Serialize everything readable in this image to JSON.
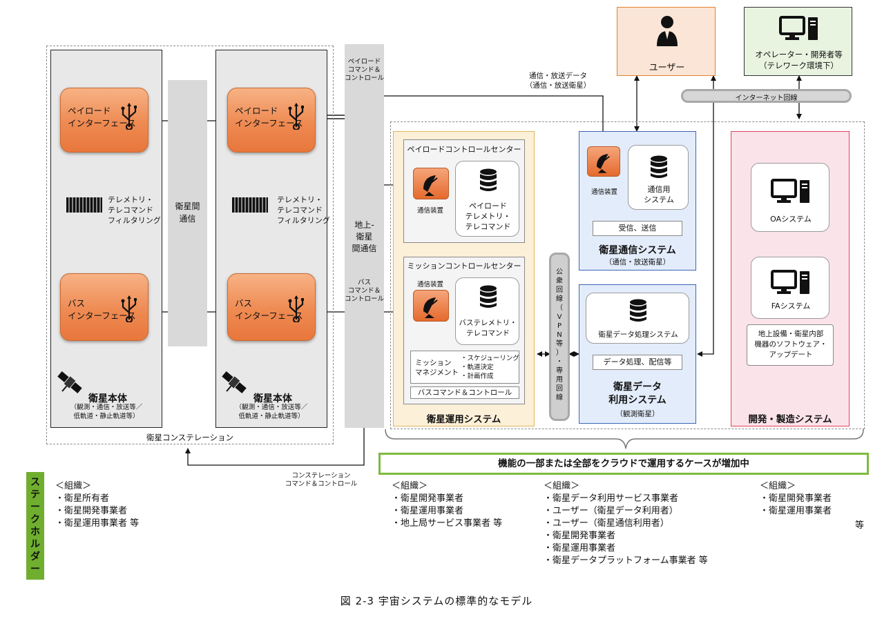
{
  "satellite": {
    "payload_if_l1": "ペイロード",
    "payload_if_l2": "インターフェース",
    "bus_if_l1": "バス",
    "bus_if_l2": "インターフェース",
    "filter_l1": "テレメトリ・",
    "filter_l2": "テレコマンド",
    "filter_l3": "フィルタリング",
    "body_title": "衛星本体",
    "body_sub1": "（観測・通信・放送等／",
    "body_sub2": "低軌道・静止軌道等）",
    "isl_l1": "衛星間",
    "isl_l2": "通信",
    "constellation": "衛星コンステレーション"
  },
  "labels": {
    "payload_cmd_l1": "ペイロード",
    "payload_cmd_l2": "コマンド＆",
    "payload_cmd_l3": "コントロール",
    "ground_l1": "地上-",
    "ground_l2": "衛星",
    "ground_l3": "間通信",
    "bus_cmd_l1": "バス",
    "bus_cmd_l2": "コマンド＆",
    "bus_cmd_l3": "コントロール",
    "broadcast_l1": "通信・放送データ",
    "broadcast_l2": "（通信・放送衛星）",
    "const_cmd_l1": "コンステレーション",
    "const_cmd_l2": "コマンド＆コントロール",
    "internet": "インターネット回線",
    "public_line": [
      "公",
      "衆",
      "回",
      "線",
      "（",
      "V",
      "P",
      "N",
      "等",
      "）",
      "・",
      "専",
      "用",
      "回",
      "線"
    ]
  },
  "ops": {
    "payload_center": "ペイロードコントロールセンター",
    "comm_device": "通信装置",
    "payload_tt_l1": "ペイロード",
    "payload_tt_l2": "テレメトリ・",
    "payload_tt_l3": "テレコマンド",
    "mission_center": "ミッションコントロールセンター",
    "bus_tt_l1": "バステレメトリ・",
    "bus_tt_l2": "テレコマンド",
    "mission_mgmt_l1": "ミッション",
    "mission_mgmt_l2": "マネジメント",
    "mission_items": [
      "・スケジューリング",
      "・軌道決定",
      "・計画作成"
    ],
    "bus_cc": "バスコマンド＆コントロール",
    "title": "衛星運用システム"
  },
  "comm_sys": {
    "device": "通信装置",
    "system_l1": "通信用",
    "system_l2": "システム",
    "rx_tx": "受信、送信",
    "title": "衛星通信システム",
    "sub": "（通信・放送衛星）"
  },
  "data_sys": {
    "processing": "衛星データ処理システム",
    "process_dist": "データ処理、配信等",
    "title_l1": "衛星データ",
    "title_l2": "利用システム",
    "sub": "（観測衛星）"
  },
  "dev_sys": {
    "oa": "OAシステム",
    "fa": "FAシステム",
    "update_l1": "地上設備・衛星内部",
    "update_l2": "機器のソフトウェア・",
    "update_l3": "アップデート",
    "title": "開発・製造システム"
  },
  "user": {
    "label": "ユーザー"
  },
  "operator": {
    "l1": "オペレーター・開発者等",
    "l2": "（テレワーク環境下）"
  },
  "cloud_banner": "機能の一部または全部をクラウドで運用するケースが増加中",
  "stakeholder": {
    "tag": [
      "ス",
      "テ",
      "ー",
      "ク",
      "ホ",
      "ル",
      "ダ",
      "ー"
    ],
    "col1": [
      "＜組織＞",
      "・衛星所有者",
      "・衛星開発事業者",
      "・衛星運用事業者 等"
    ],
    "col2": [
      "＜組織＞",
      "・衛星開発事業者",
      "・衛星運用事業者",
      "・地上局サービス事業者 等"
    ],
    "col3": [
      "＜組織＞",
      "・衛星データ利用サービス事業者",
      "・ユーザー（衛星データ利用者）",
      "・ユーザー（衛星通信利用者）",
      "・衛星開発事業者",
      "・衛星運用事業者",
      "・衛星データプラットフォーム事業者 等"
    ],
    "col4": [
      "＜組織＞",
      "・衛星開発事業者",
      "・衛星運用事業者"
    ],
    "col4_etc": "等"
  },
  "caption": "図 2-3 宇宙システムの標準的なモデル",
  "colors": {
    "orange": "#ee8a52",
    "ops_bg": "#fdf0d8",
    "ops_border": "#e0b45a",
    "blue_bg": "#e3ecfa",
    "blue_border": "#3b64b8",
    "pink_bg": "#fbe3ea",
    "pink_border": "#e0405a",
    "green": "#7dbb3c",
    "user_bg": "#fbe5d6",
    "user_border": "#e2822e",
    "op_bg": "#e8f4e0",
    "op_border": "#333333"
  }
}
